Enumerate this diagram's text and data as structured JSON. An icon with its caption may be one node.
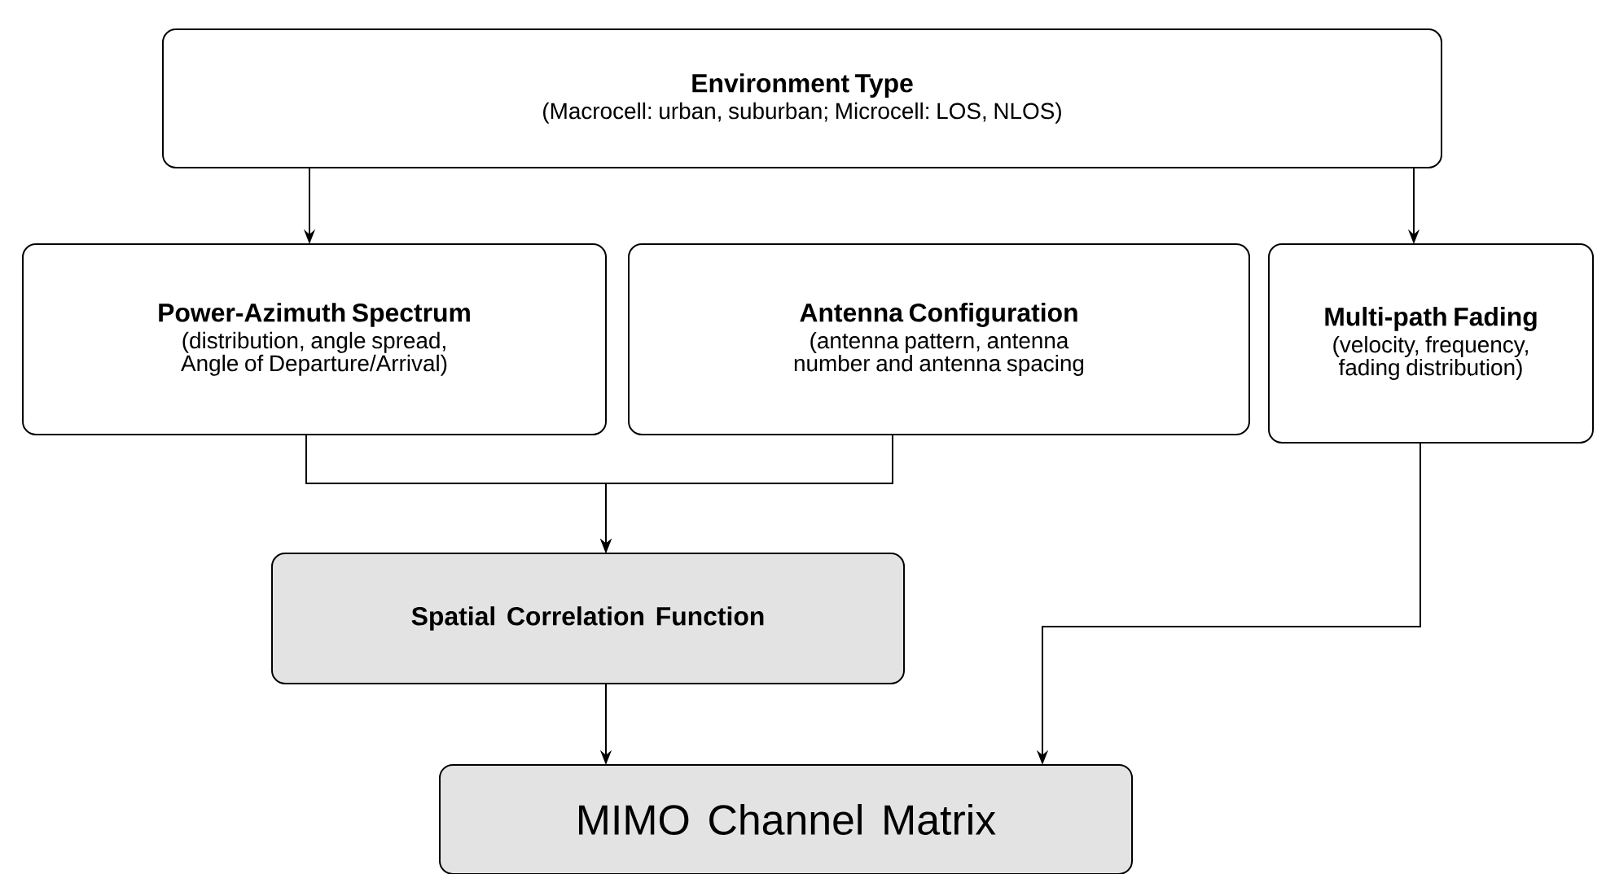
{
  "diagram": {
    "nodes": [
      {
        "text": [
          "Environment Type",
          "(Macrocell: urban, suburban; Microcell: LOS, NLOS)"
        ]
      },
      {
        "text": [
          "Power-Azimuth Spectrum",
          "(distribution, angle spread, Angle of Departure/Arrival)"
        ]
      },
      {
        "text": [
          "Antenna Configuration",
          "(antenna pattern, antenna number and antenna spacing"
        ]
      },
      {
        "text": [
          "Multi-path Fading",
          "(velocity, frequency, fading distribution)"
        ]
      },
      {
        "text": [
          "Spatial Correlation Function"
        ]
      },
      {
        "text": [
          "MIMO Channel Matrix"
        ]
      }
    ],
    "edges": [
      {
        "from": 0,
        "to": 1,
        "arrow": "to"
      },
      {
        "from": 0,
        "to": 3,
        "arrow": "to"
      },
      {
        "from": 1,
        "to": 4,
        "arrow": "to"
      },
      {
        "from": 2,
        "to": 4,
        "arrow": "to"
      },
      {
        "from": 4,
        "to": 5,
        "arrow": "to"
      },
      {
        "from": 3,
        "to": 5,
        "arrow": "to"
      }
    ]
  }
}
